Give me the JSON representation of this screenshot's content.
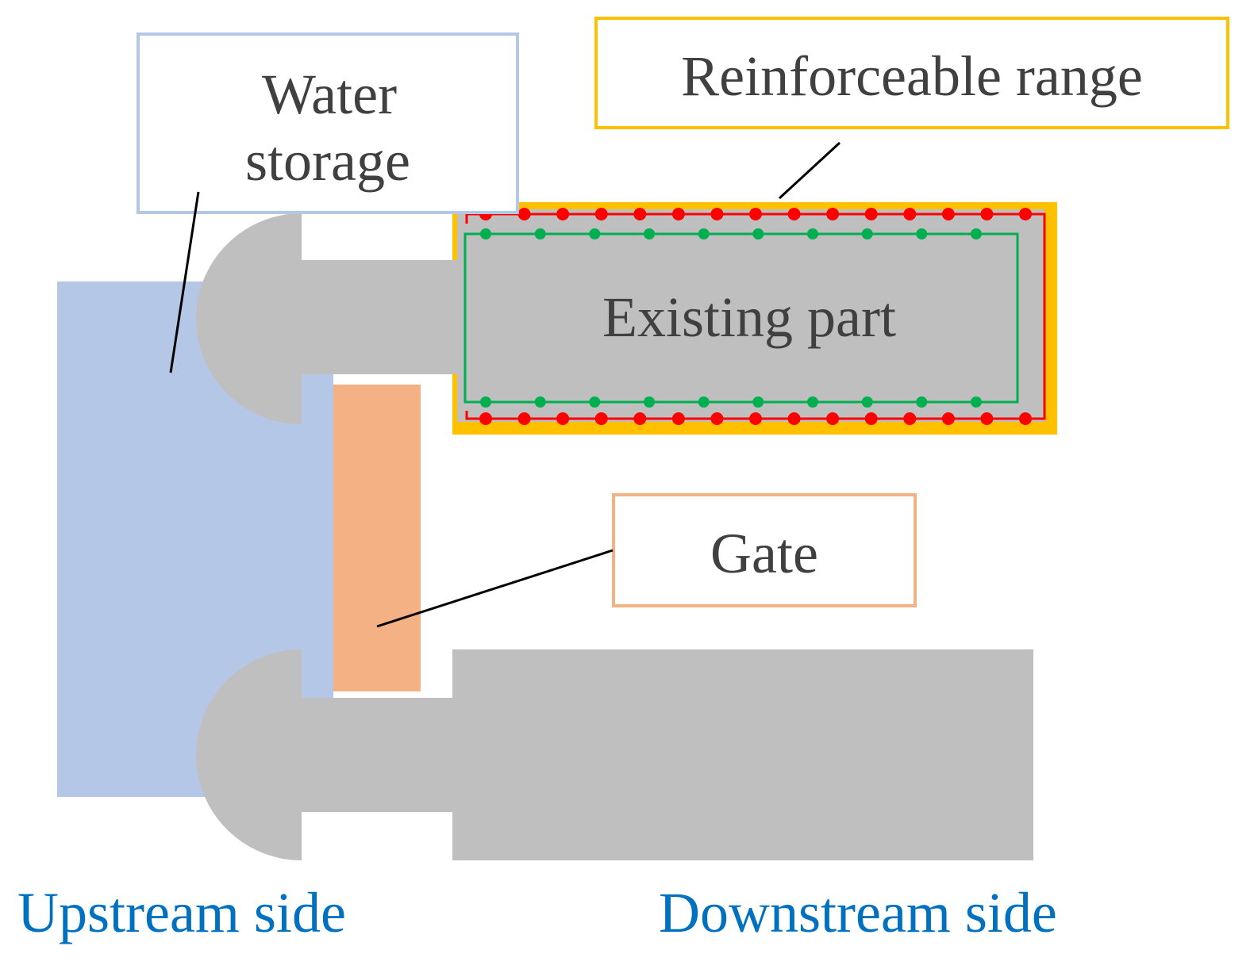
{
  "labels": {
    "water_storage": {
      "line1": "Water",
      "line2": "storage"
    },
    "reinforceable_range": "Reinforceable range",
    "existing_part": "Existing part",
    "gate": "Gate",
    "upstream_side": "Upstream side",
    "downstream_side": "Downstream side"
  },
  "colors": {
    "water": "#B4C7E7",
    "concrete": "#BFBFBF",
    "gate": "#F4B183",
    "reinforceable": "#FFC000",
    "red_reinforcement": "#FF0000",
    "green_reinforcement": "#00B050",
    "side_text": "#0070C0"
  }
}
